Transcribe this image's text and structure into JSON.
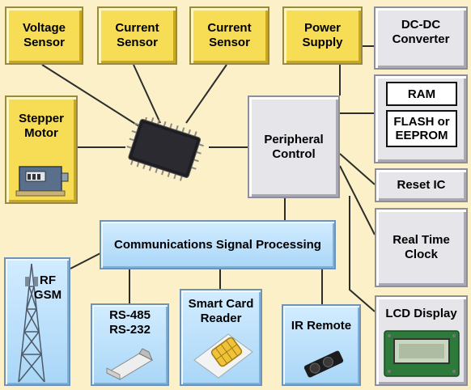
{
  "blocks": {
    "voltage_sensor": "Voltage\nSensor",
    "current_sensor_1": "Current\nSensor",
    "current_sensor_2": "Current\nSensor",
    "power_supply": "Power\nSupply",
    "dcdc_converter": "DC-DC\nConverter",
    "ram": "RAM",
    "flash_eeprom": "FLASH or\nEEPROM",
    "stepper_motor": "Stepper\nMotor",
    "peripheral_control": "Peripheral\nControl",
    "reset_ic": "Reset IC",
    "real_time_clock": "Real Time\nClock",
    "comm_signal_processing": "Communications Signal Processing",
    "rf_gsm": "RF\nGSM",
    "rs485_rs232": "RS-485\nRS-232",
    "smart_card_reader": "Smart Card\nReader",
    "ir_remote": "IR Remote",
    "lcd_display": "LCD Display"
  },
  "colors": {
    "background": "#fbf0c8",
    "yellow_box": "#f6dd55",
    "grey_box": "#e6e6ea",
    "blue_box": "#a9d6f7",
    "connector": "#2d2d2d"
  }
}
